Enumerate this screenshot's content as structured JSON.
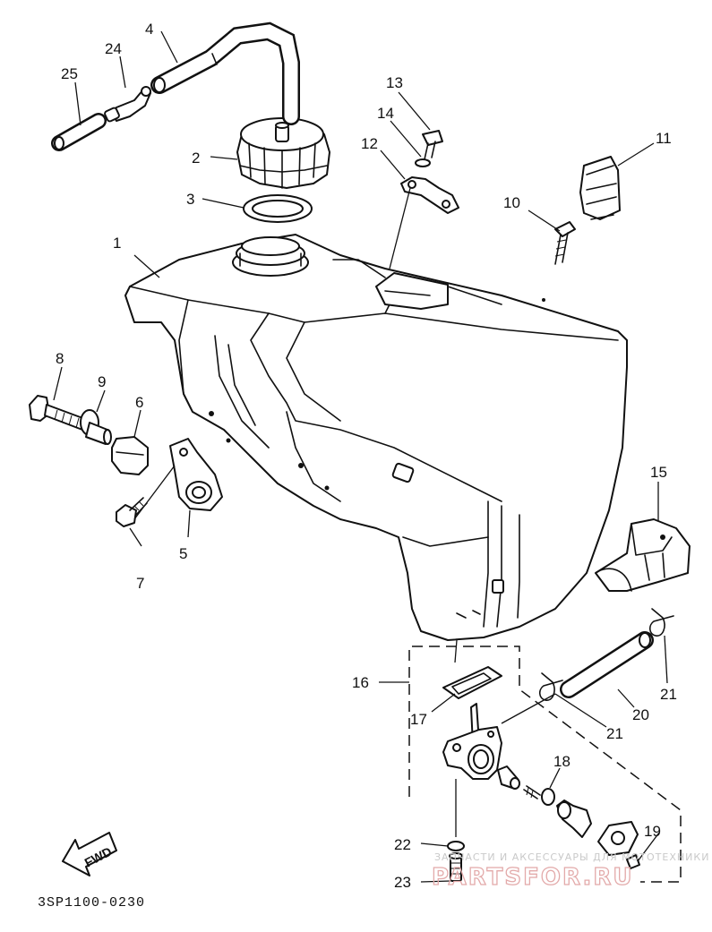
{
  "labels": {
    "p1": "1",
    "p2": "2",
    "p3": "3",
    "p4": "4",
    "p5": "5",
    "p6": "6",
    "p7": "7",
    "p8": "8",
    "p9": "9",
    "p10": "10",
    "p11": "11",
    "p12": "12",
    "p13": "13",
    "p14": "14",
    "p15": "15",
    "p16": "16",
    "p17": "17",
    "p18": "18",
    "p19": "19",
    "p20": "20",
    "p21a": "21",
    "p21b": "21",
    "p22": "22",
    "p23": "23",
    "p24": "24",
    "p25": "25"
  },
  "diagram_code": "3SP1100-0230",
  "fwd_label": "FWD",
  "watermark": {
    "line1": "ЗАПЧАСТИ И АКСЕССУАРЫ ДЛЯ МОТОТЕХНИКИ",
    "line2": "PARTSFOR.RU"
  }
}
